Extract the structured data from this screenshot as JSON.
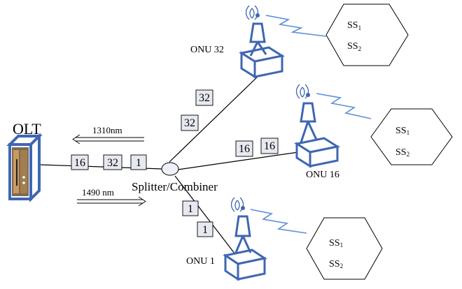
{
  "olt": {
    "label": "OLT"
  },
  "upstream": {
    "label": "1310nm"
  },
  "downstream": {
    "label": "1490 nm"
  },
  "splitter": {
    "label": "Splitter/Combiner"
  },
  "trunk_packets": [
    "16",
    "32",
    "1"
  ],
  "onus": [
    {
      "label": "ONU 32",
      "packets": [
        "32",
        "32"
      ],
      "cell": {
        "ss1": "SS",
        "ss1_sub": "1",
        "ss2": "SS",
        "ss2_sub": "2"
      }
    },
    {
      "label": "ONU 16",
      "packets": [
        "16",
        "16"
      ],
      "cell": {
        "ss1": "SS",
        "ss1_sub": "1",
        "ss2": "SS",
        "ss2_sub": "2"
      }
    },
    {
      "label": "ONU 1",
      "packets": [
        "1",
        "1"
      ],
      "cell": {
        "ss1": "SS",
        "ss1_sub": "1",
        "ss2": "SS",
        "ss2_sub": "2"
      }
    }
  ],
  "colors": {
    "device_outline": "#3f66b3",
    "wireless_link": "#5b8fd6",
    "packet_fill": "#e6e9f0"
  }
}
